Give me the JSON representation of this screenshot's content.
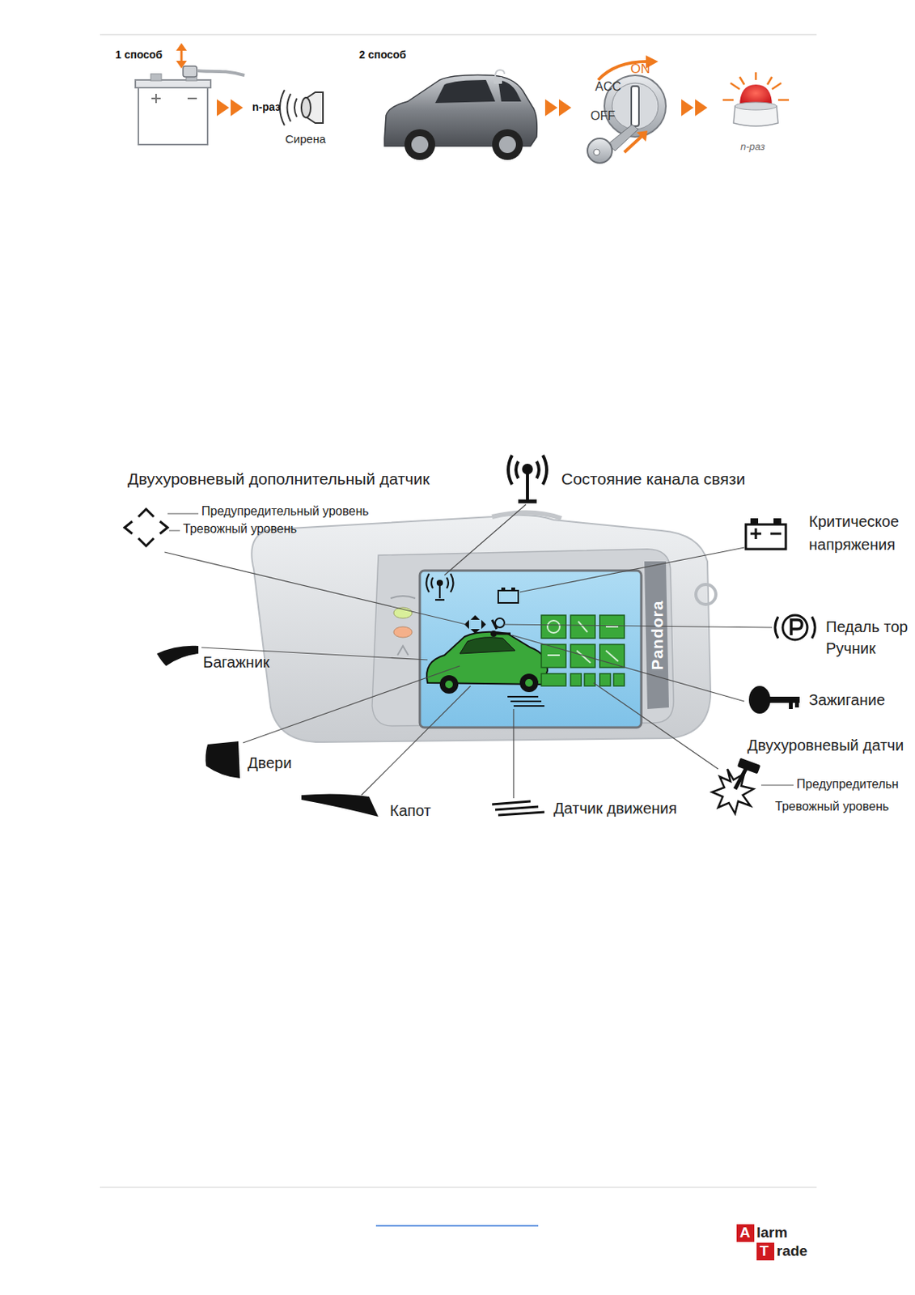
{
  "diagram": {
    "labels": [
      "1 способ",
      "n-раз",
      "Сирена",
      "2 способ",
      "ON",
      "ACC",
      "OFF",
      "n-раз",
      "Двухуровневый дополнительный датчик",
      "Предупредительный уровень",
      "Тревожный уровень",
      "Состояние канала связи",
      "Критическое",
      "напряжения",
      "Педаль тор",
      "Ручник",
      "Багажник",
      "Зажигание",
      "Двери",
      "Двухуровневый датчи",
      "Предупредительн",
      "Капот",
      "Датчик движения",
      "Тревожный уровень",
      "Pandora",
      "A",
      "larm",
      "T",
      "rade"
    ]
  }
}
